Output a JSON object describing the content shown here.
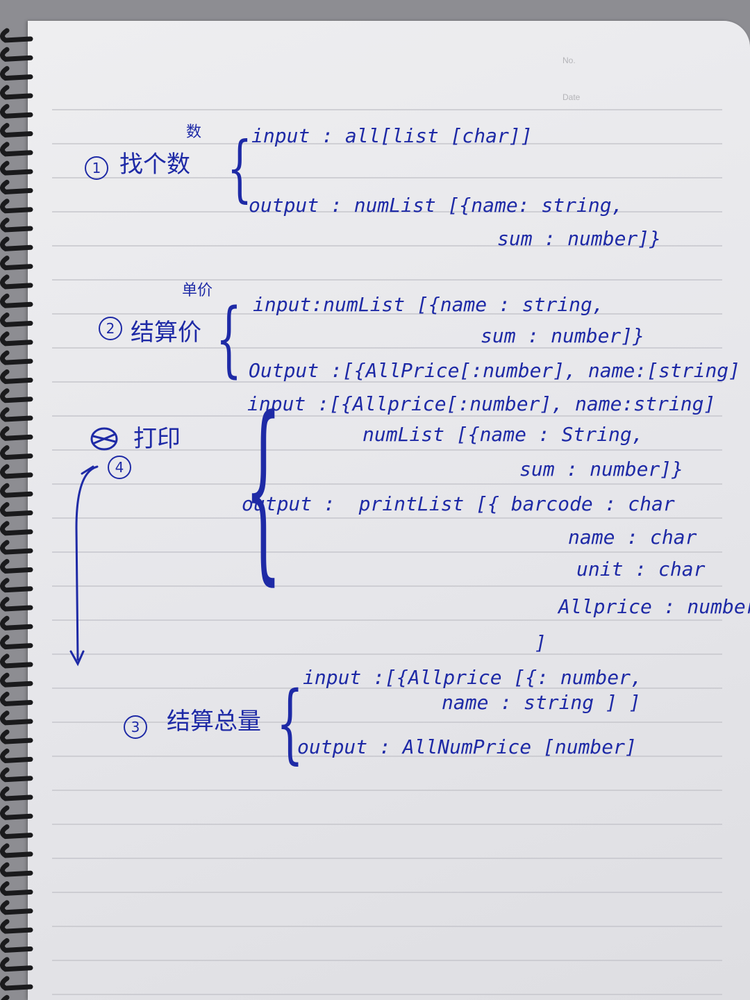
{
  "header": {
    "no_label": "No.",
    "date_label": "Date"
  },
  "step1": {
    "number": "1",
    "title": "找个数",
    "title_fix": "数",
    "input": "input : all[list [char]]",
    "output_l1": "output : numList [{name: string,",
    "output_l2": "sum : number]}"
  },
  "step2": {
    "number": "2",
    "title": "结算价",
    "title_fix": "单价",
    "input_l1": "input:numList [{name : string,",
    "input_l2": "sum : number]}",
    "output": "Output :[{AllPrice[:number], name:[string]"
  },
  "step4": {
    "number": "4",
    "title": "打印",
    "input_l1": "input :[{Allprice[:number], name:string]",
    "input_l2": "numList [{name : String,",
    "input_l3": "sum : number]}",
    "output_l1": "output :  printList [{ barcode : char",
    "output_l2": "name : char",
    "output_l3": "unit : char",
    "output_l4": "Allprice : number",
    "output_l5": "]"
  },
  "step3": {
    "number": "3",
    "title": "结算总量",
    "input_l1": "input :[{Allprice [{: number,",
    "input_l2": "name : string ] ]",
    "output": "output : AllNumPrice [number]"
  },
  "colors": {
    "ink": "#1e2aa6",
    "paper": "#e8e8ec",
    "rule": "#c9c9cf"
  }
}
